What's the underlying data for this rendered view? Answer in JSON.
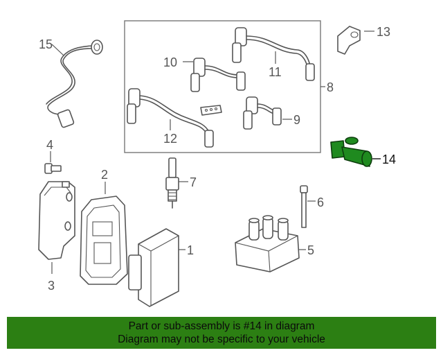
{
  "callouts": {
    "c1": "1",
    "c2": "2",
    "c3": "3",
    "c4": "4",
    "c5": "5",
    "c6": "6",
    "c7": "7",
    "c8": "8",
    "c9": "9",
    "c10": "10",
    "c11": "11",
    "c12": "12",
    "c13": "13",
    "c14": "14",
    "c15": "15"
  },
  "highlighted_part": "14",
  "colors": {
    "highlight_fill": "#1f8a1f",
    "banner_bg": "#2c7f13",
    "line": "#555555"
  },
  "footer": {
    "line1": "Part or sub-assembly is #14 in diagram",
    "line2": "Diagram may not be specific to your vehicle"
  }
}
